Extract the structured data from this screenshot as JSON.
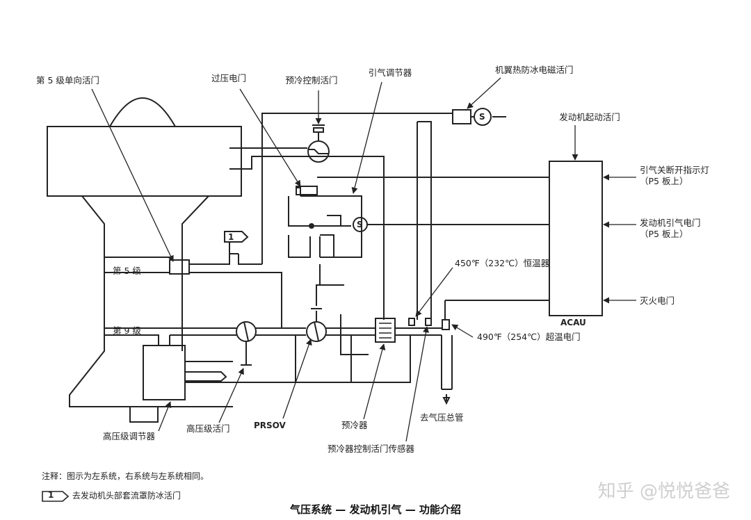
{
  "labels": {
    "check_valve_5": "第 5 级单向活门",
    "overpressure_sv": "过压电门",
    "precool_ctrl_valve": "预冷控制活门",
    "bleed_regulator": "引气调节器",
    "wing_anti_ice_sv": "机翼热防冰电磁活门",
    "engine_start_valve": "发动机起动活门",
    "bleed_off_light": "引气关断开指示灯",
    "bleed_off_light_loc": "（P5 板上）",
    "engine_bleed_switch": "发动机引气电门",
    "engine_bleed_switch_loc": "（P5 板上）",
    "thermostat_450": "450℉（232℃）恒温器",
    "fire_switch": "灭火电门",
    "acau": "ACAU",
    "overtemp_490": "490℉（254℃）超温电门",
    "stage5": "第 5 级",
    "stage9": "第 9 级",
    "hp_regulator": "高压级调节器",
    "hp_valve": "高压级活门",
    "prsov": "PRSOV",
    "precooler": "预冷器",
    "precool_sensor": "预冷器控制活门传感器",
    "to_manifold": "去气压总管",
    "solenoid_s": "S",
    "flag_1": "1"
  },
  "notes": {
    "note_line": "注释：图示为左系统，右系统与左系统相同。",
    "flag_note_num": "1",
    "flag_note": "去发动机头部套流罩防冰活门"
  },
  "caption": "气压系统 — 发动机引气 — 功能介绍",
  "watermark": "知乎 @悦悦爸爸"
}
